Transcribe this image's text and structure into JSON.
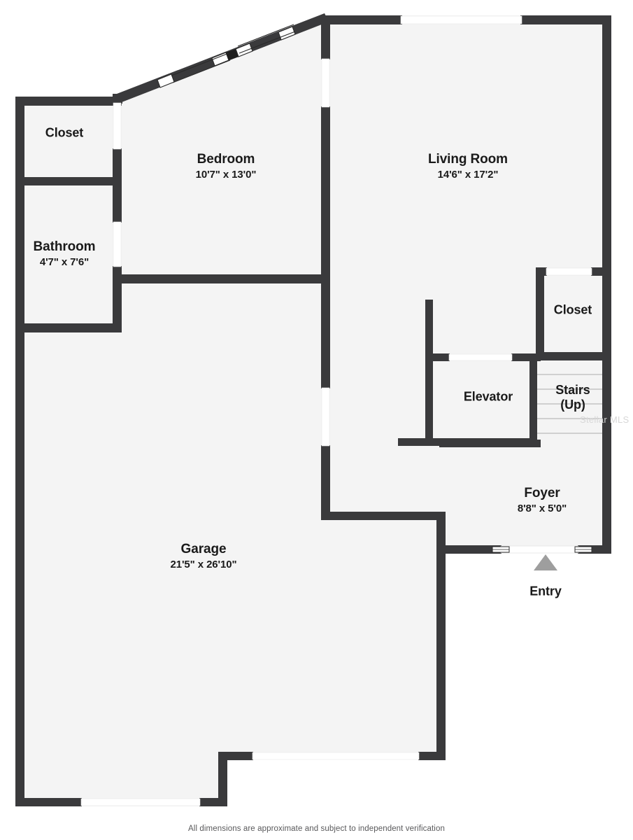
{
  "document": {
    "type": "floor-plan",
    "footer_note": "All dimensions are approximate and subject to independent verification",
    "watermark": "Stellar MLS",
    "colors": {
      "wall": "#3a3a3c",
      "floor": "#f4f4f4",
      "page_background": "#ffffff",
      "label_text": "#1a1a1a",
      "footer_text": "#59595b",
      "watermark_text": "#d7d7d7",
      "entry_marker": "#9e9e9e",
      "opening": "#ffffff"
    }
  },
  "rooms": [
    {
      "id": "closet-upper-left",
      "name": "Closet",
      "dimensions": ""
    },
    {
      "id": "bedroom",
      "name": "Bedroom",
      "dimensions": "10'7\" x 13'0\""
    },
    {
      "id": "living-room",
      "name": "Living Room",
      "dimensions": "14'6\" x 17'2\""
    },
    {
      "id": "bathroom",
      "name": "Bathroom",
      "dimensions": "4'7\" x 7'6\""
    },
    {
      "id": "closet-right",
      "name": "Closet",
      "dimensions": ""
    },
    {
      "id": "elevator",
      "name": "Elevator",
      "dimensions": ""
    },
    {
      "id": "stairs",
      "name": "Stairs",
      "dimensions": "(Up)"
    },
    {
      "id": "foyer",
      "name": "Foyer",
      "dimensions": "8'8\" x 5'0\""
    },
    {
      "id": "garage",
      "name": "Garage",
      "dimensions": "21'5\" x 26'10\""
    },
    {
      "id": "entry",
      "name": "Entry",
      "dimensions": ""
    }
  ],
  "labels": {
    "closet_upper_left": {
      "name": "Closet",
      "dim": ""
    },
    "bedroom": {
      "name": "Bedroom",
      "dim": "10'7\" x 13'0\""
    },
    "living_room": {
      "name": "Living Room",
      "dim": "14'6\" x 17'2\""
    },
    "bathroom": {
      "name": "Bathroom",
      "dim": "4'7\" x 7'6\""
    },
    "closet_right": {
      "name": "Closet",
      "dim": ""
    },
    "elevator": {
      "name": "Elevator",
      "dim": ""
    },
    "stairs": {
      "name": "Stairs",
      "dim": "(Up)"
    },
    "foyer": {
      "name": "Foyer",
      "dim": "8'8\" x 5'0\""
    },
    "garage": {
      "name": "Garage",
      "dim": "21'5\" x 26'10\""
    },
    "entry": {
      "name": "Entry",
      "dim": ""
    }
  },
  "features": {
    "sliding_glass_door": {
      "location": "angled-wall-bedroom",
      "panels": 2
    },
    "living_room_window": {
      "location": "top-wall"
    },
    "entry_door": {
      "location": "foyer-bottom-wall",
      "sidelights": 2,
      "marker": "triangle-up"
    },
    "garage_doors": {
      "count": 2
    },
    "stair_treads": 6
  }
}
